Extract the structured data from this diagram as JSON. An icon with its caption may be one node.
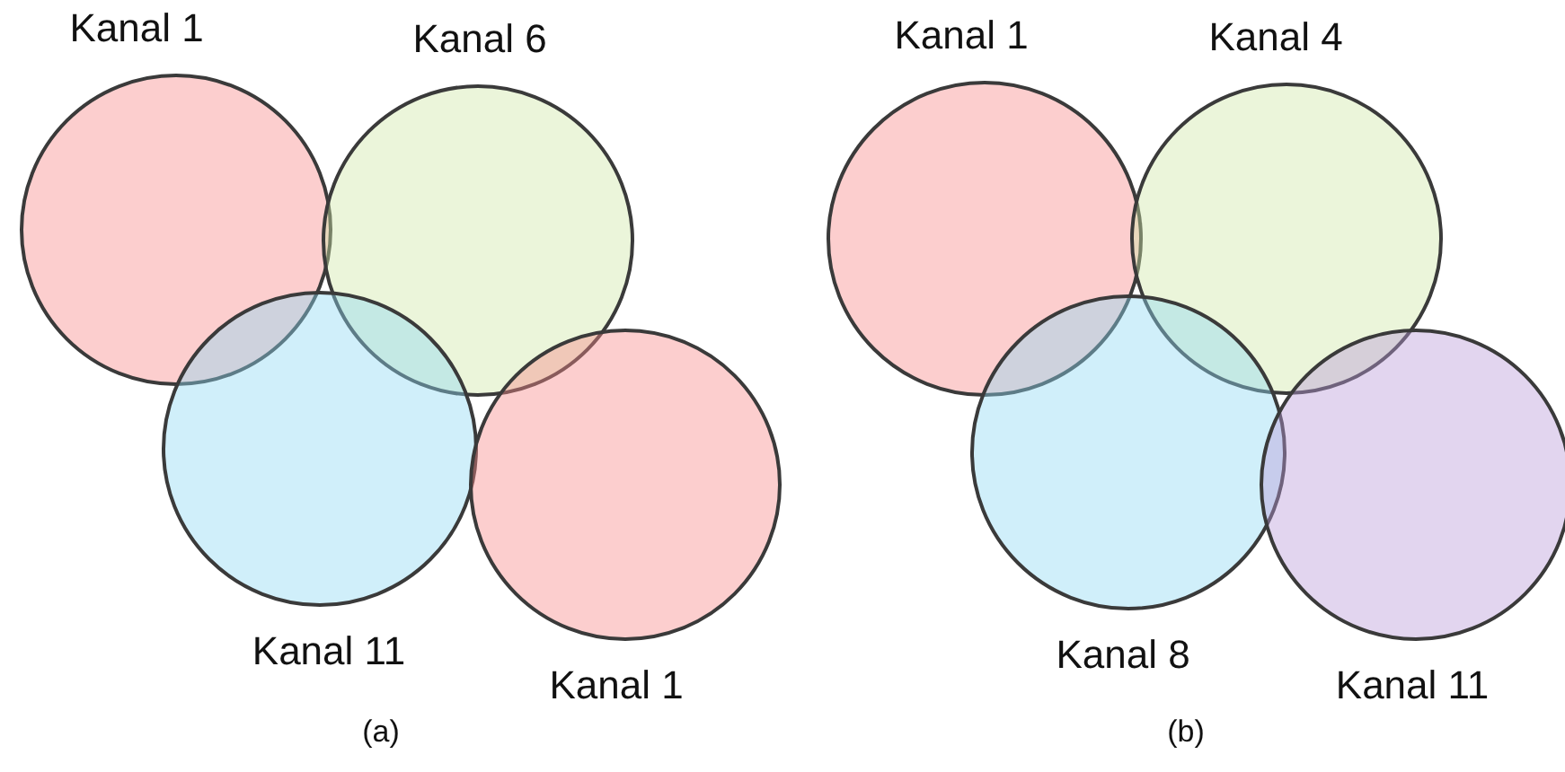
{
  "diagram": {
    "nodes": [
      {
        "text": [
          "Kanal 1"
        ]
      },
      {
        "text": [
          "Kanal 6"
        ]
      },
      {
        "text": [
          "Kanal 11"
        ]
      },
      {
        "text": [
          "Kanal 1"
        ]
      },
      {
        "text": [
          "Kanal 1"
        ]
      },
      {
        "text": [
          "Kanal 4"
        ]
      },
      {
        "text": [
          "Kanal 8"
        ]
      },
      {
        "text": [
          "Kanal 11"
        ]
      }
    ],
    "labels": [
      "(a)",
      "(b)"
    ]
  }
}
